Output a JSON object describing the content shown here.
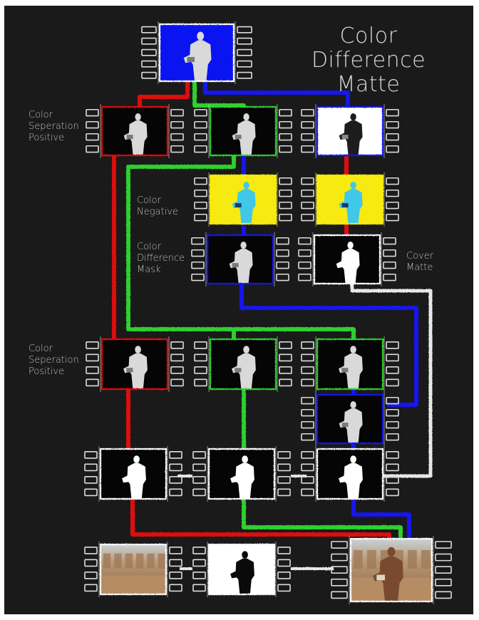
{
  "title": {
    "line1": "Color Difference",
    "line2": "Matte"
  },
  "labels": {
    "sep_positive_top": [
      "Color",
      "Seperation",
      "Positive"
    ],
    "color_negative": [
      "Color",
      "Negative"
    ],
    "diff_mask": [
      "Color",
      "Difference",
      "Mask"
    ],
    "cover_matte": [
      "Cover",
      "Matte"
    ],
    "sep_positive_bottom": [
      "Color",
      "Seperation",
      "Positive"
    ]
  },
  "colors": {
    "background": "#1a1a1a",
    "red_path": "#e01010",
    "green_path": "#2fd12f",
    "blue_path": "#1515ee",
    "white_path": "#e8e8e8",
    "blue_screen": "#0a14f0",
    "yellow_negative": "#f6ea10",
    "film_strip": "#dcdcdc"
  },
  "frames": [
    {
      "id": "original-blue-screen",
      "frame": "#0a14f0",
      "border": "#ffffff",
      "kind": "figure"
    },
    {
      "id": "red-separation",
      "frame": "#050505",
      "border": "#e01010",
      "kind": "figure"
    },
    {
      "id": "green-separation",
      "frame": "#050505",
      "border": "#2fd12f",
      "kind": "figure"
    },
    {
      "id": "blue-separation",
      "frame": "#ffffff",
      "border": "#1515ee",
      "kind": "figure-dark"
    },
    {
      "id": "negative-1",
      "frame": "#f6ea10",
      "border": "#f6ea10",
      "kind": "figure-cyan"
    },
    {
      "id": "negative-2",
      "frame": "#f6ea10",
      "border": "#f6ea10",
      "kind": "figure-cyan"
    },
    {
      "id": "difference-mask",
      "frame": "#050505",
      "border": "#1515ee",
      "kind": "figure"
    },
    {
      "id": "cover-matte",
      "frame": "#050505",
      "border": "#ffffff",
      "kind": "silhouette"
    },
    {
      "id": "red-separation-2",
      "frame": "#050505",
      "border": "#e01010",
      "kind": "figure"
    },
    {
      "id": "green-separation-2",
      "frame": "#050505",
      "border": "#2fd12f",
      "kind": "figure"
    },
    {
      "id": "green-separation-3",
      "frame": "#050505",
      "border": "#2fd12f",
      "kind": "figure"
    },
    {
      "id": "blue-separation-2",
      "frame": "#050505",
      "border": "#1515ee",
      "kind": "figure"
    },
    {
      "id": "matte-1",
      "frame": "#050505",
      "border": "#ffffff",
      "kind": "silhouette"
    },
    {
      "id": "matte-2",
      "frame": "#050505",
      "border": "#ffffff",
      "kind": "silhouette"
    },
    {
      "id": "matte-3",
      "frame": "#050505",
      "border": "#ffffff",
      "kind": "silhouette"
    },
    {
      "id": "background-plate",
      "frame": "#9a7a5c",
      "border": "#ffffff",
      "kind": "scene"
    },
    {
      "id": "holdout-matte",
      "frame": "#ffffff",
      "border": "#ffffff",
      "kind": "silhouette-dark"
    },
    {
      "id": "final-composite",
      "frame": "#9a7a5c",
      "border": "#ffffff",
      "kind": "scene-figure"
    }
  ]
}
